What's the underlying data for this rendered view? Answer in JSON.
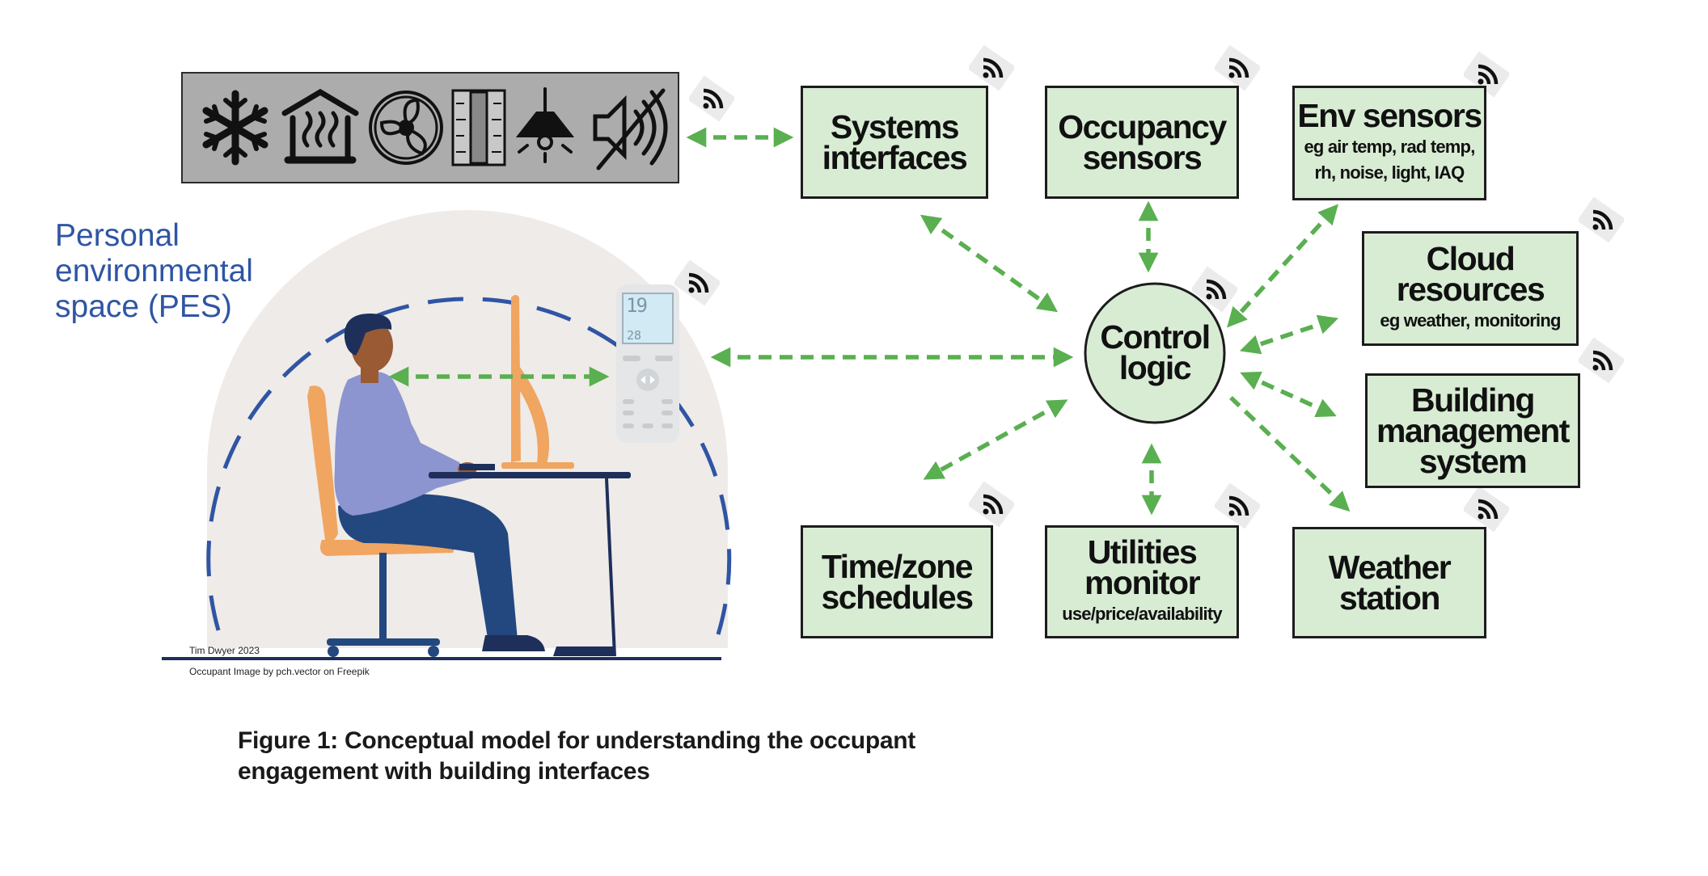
{
  "pes": {
    "label": "Personal\nenvironmental\nspace (PES)",
    "credit_author": "Tim Dwyer 2023",
    "credit_image": "Occupant Image by pch.vector on Freepik"
  },
  "remote_display": {
    "setpoint": "19",
    "room_temp": "28"
  },
  "icons": [
    "snowflake-icon",
    "radiant-heating-icon",
    "fan-icon",
    "filter-icon",
    "ceiling-light-icon",
    "muted-speaker-icon"
  ],
  "center": {
    "label": "Control\nlogic"
  },
  "nodes": {
    "systems_interfaces": {
      "title": "Systems\ninterfaces",
      "sub": ""
    },
    "occupancy_sensors": {
      "title": "Occupancy\nsensors",
      "sub": ""
    },
    "env_sensors": {
      "title": "Env sensors",
      "sub": "eg air temp, rad temp,\nrh, noise, light, IAQ"
    },
    "cloud_resources": {
      "title": "Cloud\nresources",
      "sub": "eg weather, monitoring"
    },
    "building_management": {
      "title": "Building\nmanagement\nsystem",
      "sub": ""
    },
    "weather_station": {
      "title": "Weather\nstation",
      "sub": ""
    },
    "utilities_monitor": {
      "title": "Utilities\nmonitor",
      "sub": "use/price/availability"
    },
    "time_zone_schedules": {
      "title": "Time/zone\nschedules",
      "sub": ""
    }
  },
  "caption": "Figure 1: Conceptual model for understanding the occupant\nengagement with building interfaces",
  "colors": {
    "box_fill": "#d8ecd4",
    "arrow": "#5aaf50",
    "pes_blue": "#2f55a4",
    "pes_fill": "#efebe8",
    "shirt": "#8c95d0",
    "pants": "#23487f",
    "chair": "#f0a561",
    "desk": "#1e2f5a"
  }
}
